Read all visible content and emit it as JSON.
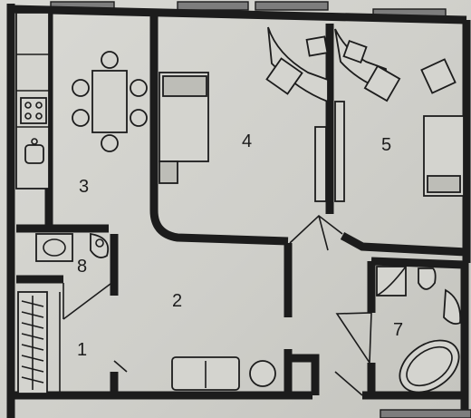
{
  "rooms": [
    {
      "id": "1",
      "label": "1"
    },
    {
      "id": "2",
      "label": "2"
    },
    {
      "id": "3",
      "label": "3"
    },
    {
      "id": "4",
      "label": "4"
    },
    {
      "id": "5",
      "label": "5"
    },
    {
      "id": "7",
      "label": "7"
    },
    {
      "id": "8",
      "label": "8"
    }
  ],
  "colors": {
    "wall": "#1c1c1c",
    "floor": "#d6d6d1",
    "wall_fill": "#7d7d7d"
  }
}
